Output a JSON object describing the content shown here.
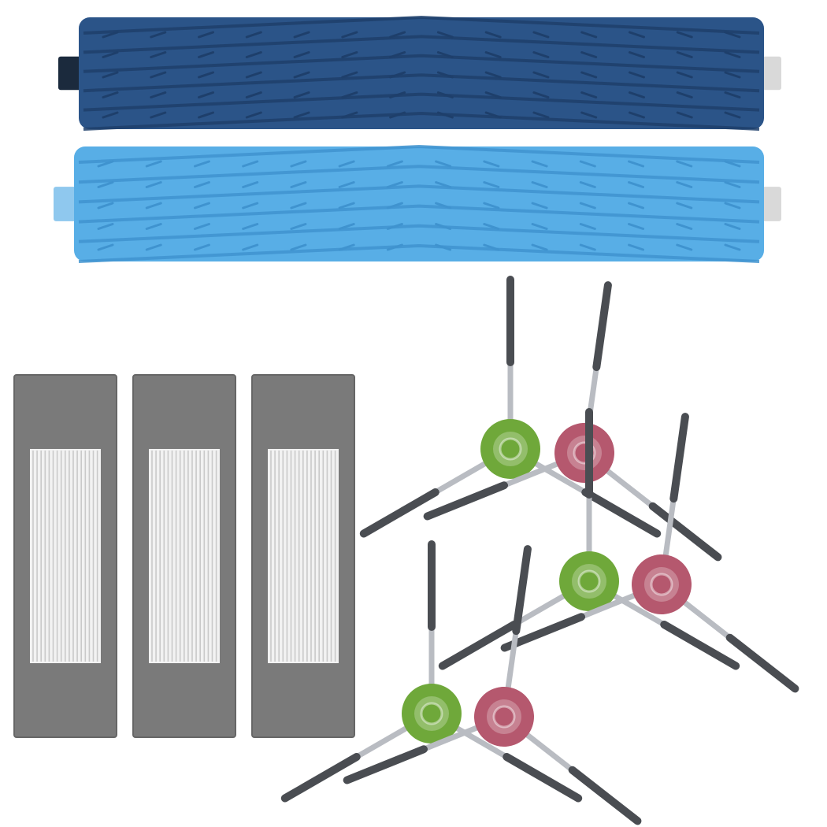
{
  "colors": {
    "background": "#ffffff",
    "dark_roller": "#2b5488",
    "dark_roller_shade": "#1e3f6b",
    "light_roller": "#58aee6",
    "light_roller_shade": "#3f93cf",
    "filter_frame": "#7a7a7a",
    "filter_frame_edge": "#666666",
    "filter_media": "#f2f2f2",
    "filter_pleat": "#c9c9c9",
    "bristle": "#4a4d52",
    "arm": "#b9bcc2",
    "hub_green": "#6fa83a",
    "hub_pink": "#b5586e"
  },
  "items": {
    "rollers": [
      {
        "name": "dark-blue-roller-brush",
        "color": "dark_roller"
      },
      {
        "name": "light-blue-roller-brush",
        "color": "light_roller"
      }
    ],
    "filters": [
      {
        "name": "hepa-filter-1"
      },
      {
        "name": "hepa-filter-2"
      },
      {
        "name": "hepa-filter-3"
      }
    ],
    "side_brushes": [
      {
        "name": "side-brush-green-1",
        "hub": "hub_green"
      },
      {
        "name": "side-brush-pink-1",
        "hub": "hub_pink"
      },
      {
        "name": "side-brush-green-2",
        "hub": "hub_green"
      },
      {
        "name": "side-brush-pink-2",
        "hub": "hub_pink"
      },
      {
        "name": "side-brush-green-3",
        "hub": "hub_green"
      },
      {
        "name": "side-brush-pink-3",
        "hub": "hub_pink"
      }
    ]
  }
}
